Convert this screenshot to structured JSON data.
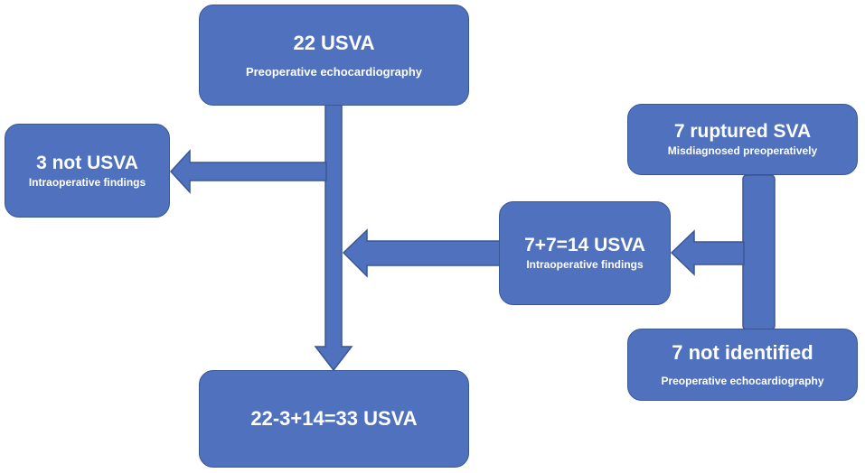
{
  "boxes": {
    "top": {
      "title": "22 USVA",
      "subtitle": "Preoperative echocardiography"
    },
    "left": {
      "title": "3 not USVA",
      "subtitle": "Intraoperative findings"
    },
    "middle": {
      "title": "7+7=14 USVA",
      "subtitle": "Intraoperative findings"
    },
    "right_top": {
      "title": "7 ruptured SVA",
      "subtitle": "Misdiagnosed preoperatively"
    },
    "right_bottom": {
      "title": "7 not identified",
      "subtitle": "Preoperative echocardiography"
    },
    "bottom": {
      "title": "22-3+14=33 USVA"
    }
  },
  "colors": {
    "box_fill": "#4f71be",
    "box_border": "#3a5795",
    "text": "#ffffff"
  }
}
